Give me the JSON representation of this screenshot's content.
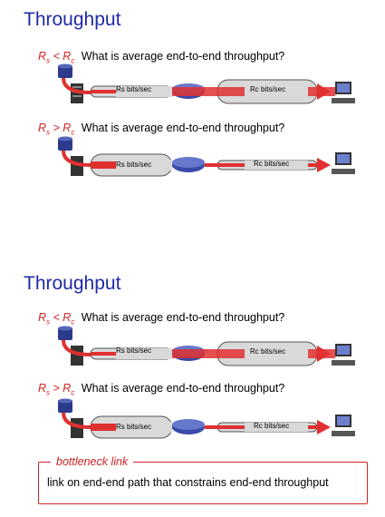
{
  "slides": [
    {
      "title": "Throughput",
      "questions": [
        {
          "cond": "Rs < Rc",
          "text": "What is average end-to-end throughput?",
          "link_left": "Rs bits/sec",
          "link_right": "Rc bits/sec",
          "variant": "thin-left"
        },
        {
          "cond": "Rs > Rc",
          "text": "What is average end-to-end throughput?",
          "link_left": "Rs bits/sec",
          "link_right": "Rc bits/sec",
          "variant": "thin-right"
        }
      ]
    },
    {
      "title": "Throughput",
      "questions": [
        {
          "cond": "Rs < Rc",
          "text": "What is average end-to-end throughput?",
          "link_left": "Rs bits/sec",
          "link_right": "Rc bits/sec",
          "variant": "thin-left"
        },
        {
          "cond": "Rs > Rc",
          "text": "What is average end-to-end throughput?",
          "link_left": "Rs bits/sec",
          "link_right": "Rc bits/sec",
          "variant": "thin-right"
        }
      ]
    }
  ],
  "bottleneck": {
    "title": "bottleneck link",
    "text": "link on end-end path that constrains end-end throughput"
  },
  "colors": {
    "title": "#1f2aa8",
    "accent": "#d22323",
    "arrow": "#e03030",
    "pipe": "#d9d9d9"
  }
}
